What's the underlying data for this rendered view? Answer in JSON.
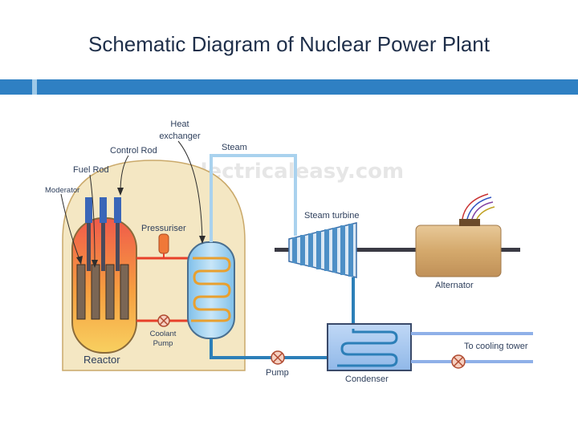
{
  "slide": {
    "title": "Schematic Diagram of Nuclear Power Plant"
  },
  "diagram": {
    "watermark": "electricaleasy.com",
    "labels": {
      "heat_exchanger_line1": "Heat",
      "heat_exchanger_line2": "exchanger",
      "control_rod": "Control Rod",
      "fuel_rod": "Fuel Rod",
      "moderator": "Moderator",
      "steam": "Steam",
      "steam_turbine": "Steam turbine",
      "pressuriser": "Pressuriser",
      "alternator": "Alternator",
      "coolant_pump_line1": "Coolant",
      "coolant_pump_line2": "Pump",
      "reactor": "Reactor",
      "pump": "Pump",
      "condenser": "Condenser",
      "to_cooling_tower": "To cooling tower"
    },
    "colors": {
      "accent_bar": "#2f80c3",
      "reactor_dome": "#f4e7c3",
      "reactor_hot": "#f06048",
      "reactor_warm": "#f8c840",
      "coolant_loop": "#e8402a",
      "steam_pipe": "#a9d2ee",
      "water_pipe": "#2c7fb8",
      "heat_exchanger": "#9bd0f0",
      "turbine": "#4d8fc6",
      "alternator": "#d8b27a",
      "condenser": "#a8c8f0"
    }
  }
}
